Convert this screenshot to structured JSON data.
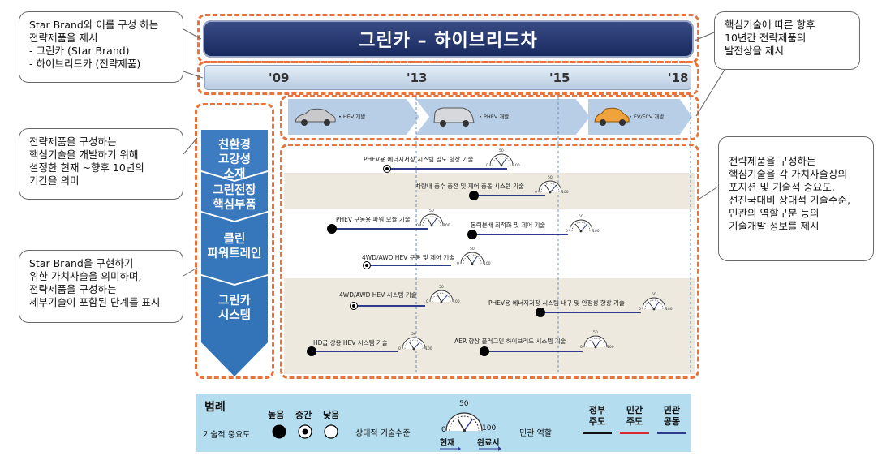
{
  "title": "그린카 – 하이브리드차",
  "years": [
    "'09",
    "'13",
    "'15",
    "'18"
  ],
  "callouts": {
    "top_left": [
      "Star Brand와 이를 구성 하는",
      "전략제품을 제시",
      "- 그린카 (Star Brand)",
      "- 하이브리드카 (전략제품)"
    ],
    "top_right": [
      "핵심기술에 따른 향후",
      "10년간 전략제품의",
      "발전상을 제시"
    ],
    "mid_left": [
      "전략제품을 구성하는",
      "핵심기술을 개발하기 위해",
      "설정한 현재 ~향후 10년의",
      "기간을 의미"
    ],
    "bottom_left": [
      "Star Brand을 구현하기",
      "위한 가치사슬을 의미하며,",
      "전략제품을 구성하는",
      "세부기술이 포함된 단계를 표시"
    ],
    "right": [
      "전략제품을 구성하는",
      "핵심기술을 각 가치사슬상의",
      "포지션 및 기술적 중요도,",
      "선진국대비 상대적 기술수준,",
      "민관의 역할구분 등의",
      "기술개발 정보를 제시"
    ]
  },
  "value_chain": [
    {
      "label": [
        "친환경",
        "고강성",
        "소재"
      ]
    },
    {
      "label": [
        "그린전장",
        "핵심부품"
      ]
    },
    {
      "label": [
        "클린",
        "파워트레인"
      ]
    },
    {
      "label": [
        "그린카",
        "시스템"
      ]
    }
  ],
  "products": [
    "• HEV 개발",
    "• PHEV 개발",
    "• EV/FCV 개발"
  ],
  "technologies": [
    {
      "label": "PHEV용 에너지저장 시스템 밀도 향상 기술"
    },
    {
      "label": "차량내 충수 충전 및 제어·충돌 시스템 기술"
    },
    {
      "label": "PHEV 구동용 파워 모듈 기술"
    },
    {
      "label": "동력분배 최적화 및 제어 기술"
    },
    {
      "label": "4WD/AWD HEV 구동 및 제어 기술"
    },
    {
      "label": "4WD/AWD HEV 시스템 기술"
    },
    {
      "label": "PHEV용 에너지저장 시스템 내구 및 안정성 향상 기술"
    },
    {
      "label": "HD급 상용 HEV 시스템 기술"
    },
    {
      "label": "AER 향상 플러그인 하이브리드 시스템 기술"
    }
  ],
  "gauge_ticks": {
    "mid": "50",
    "zero": "0",
    "max": "100"
  },
  "legend": {
    "title": "범례",
    "importance_label": "기술적 중요도",
    "importance_levels": [
      "높음",
      "중간",
      "낮음"
    ],
    "relative_label": "상대적 기술수준",
    "gauge_mid": "50",
    "gauge_zero": "0",
    "gauge_max": "100",
    "current": "현재",
    "complete": "완료시",
    "role_label": "민관 역할",
    "roles": [
      {
        "name": "정부\n주도",
        "line1": "정부",
        "line2": "주도",
        "color": "#111111"
      },
      {
        "name": "민간\n주도",
        "line1": "민간",
        "line2": "주도",
        "color": "#d9262f"
      },
      {
        "name": "민관\n공동",
        "line1": "민관",
        "line2": "공동",
        "color": "#2e3a8c"
      }
    ]
  }
}
